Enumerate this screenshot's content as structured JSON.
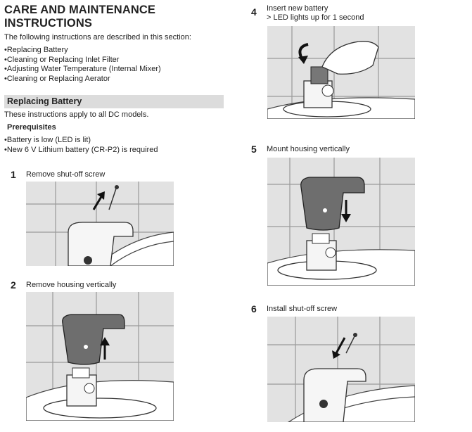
{
  "header": {
    "title": "CARE AND MAINTENANCE INSTRUCTIONS",
    "intro": "The following instructions are described in this section:",
    "topics": [
      "Replacing Battery",
      "Cleaning or Replacing Inlet Filter",
      "Adjusting Water Temperature (Internal Mixer)",
      "Cleaning or Replacing Aerator"
    ]
  },
  "section": {
    "title": "Replacing Battery",
    "applies": "These instructions apply to all DC models.",
    "prereq_heading": "Prerequisites",
    "prerequisites": [
      "Battery is low (LED is lit)",
      "New 6 V Lithium battery (CR-P2) is required"
    ]
  },
  "steps": [
    {
      "number": "1",
      "label": "Remove shut-off screw"
    },
    {
      "number": "2",
      "label": "Remove housing vertically"
    },
    {
      "number": "4",
      "label": "Insert new battery",
      "sublabel": "> LED lights up for 1 second"
    },
    {
      "number": "5",
      "label": "Mount housing vertically"
    },
    {
      "number": "6",
      "label": "Install shut-off screw"
    }
  ]
}
